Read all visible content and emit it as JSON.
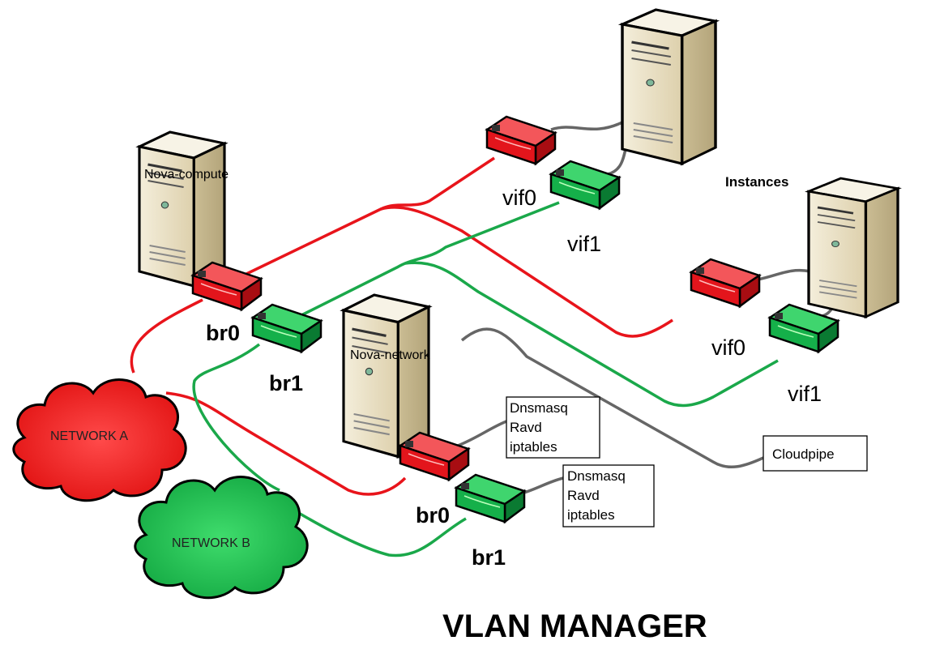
{
  "title": "VLAN MANAGER",
  "colors": {
    "red_network": "#e8141b",
    "green_network": "#1aa84a",
    "gray_link": "#666666",
    "server_body": "#e6dcc0",
    "switch_red": "#e3151c",
    "switch_green": "#15b04a"
  },
  "nodes": {
    "nova_compute": {
      "label": "Nova-compute",
      "icon": "server-icon"
    },
    "nova_network": {
      "label": "Nova-network",
      "icon": "server-icon"
    },
    "instances_label": "Instances",
    "instance_1": {
      "icon": "server-icon"
    },
    "instance_2": {
      "icon": "server-icon"
    }
  },
  "interfaces": {
    "compute_br0": "br0",
    "compute_br1": "br1",
    "network_br0": "br0",
    "network_br1": "br1",
    "inst1_vif0": "vif0",
    "inst1_vif1": "vif1",
    "inst2_vif0": "vif0",
    "inst2_vif1": "vif1"
  },
  "networks": {
    "a": {
      "label": "NETWORK A",
      "icon": "cloud-icon"
    },
    "b": {
      "label": "NETWORK B",
      "icon": "cloud-icon"
    }
  },
  "services": {
    "br0_box": [
      "Dnsmasq",
      "Ravd",
      "iptables"
    ],
    "br1_box": [
      "Dnsmasq",
      "Ravd",
      "iptables"
    ],
    "cloudpipe": "Cloudpipe"
  }
}
